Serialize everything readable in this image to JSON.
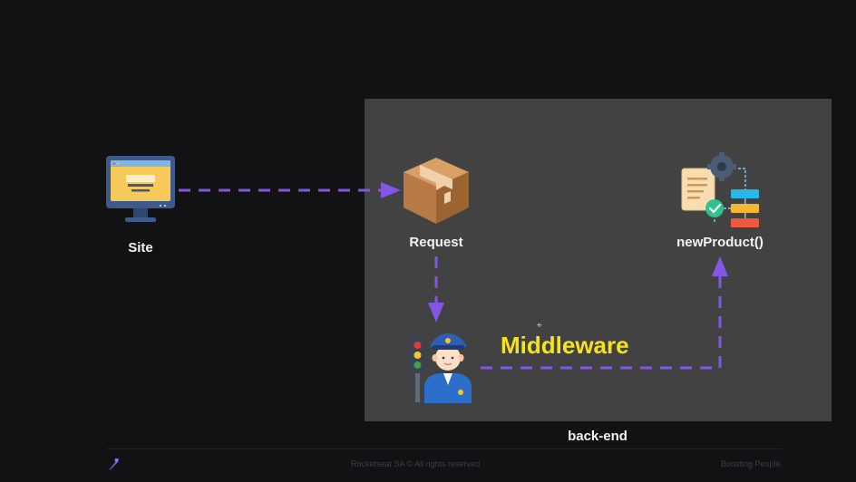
{
  "nodes": {
    "site": {
      "label": "Site",
      "icon": "monitor-icon"
    },
    "request": {
      "label": "Request",
      "icon": "package-box-icon"
    },
    "middleware": {
      "label": "Middleware",
      "icon": "police-officer-traffic-light-icon"
    },
    "new_product": {
      "label": "newProduct()",
      "icon": "document-gear-flowchart-icon"
    }
  },
  "backend_panel": {
    "label": "back-end"
  },
  "footer": {
    "logo_icon": "rocketseat-logo-icon",
    "copyright": "Rocketseat SA  © All rights reserved",
    "tagline": "Boosting People."
  },
  "colors": {
    "background": "#121214",
    "panel": "#424242",
    "arrow": "#8257e5",
    "middleware_text": "#f7e21e",
    "label_text": "#f2f2f2",
    "footer_text": "#3e3e45"
  }
}
